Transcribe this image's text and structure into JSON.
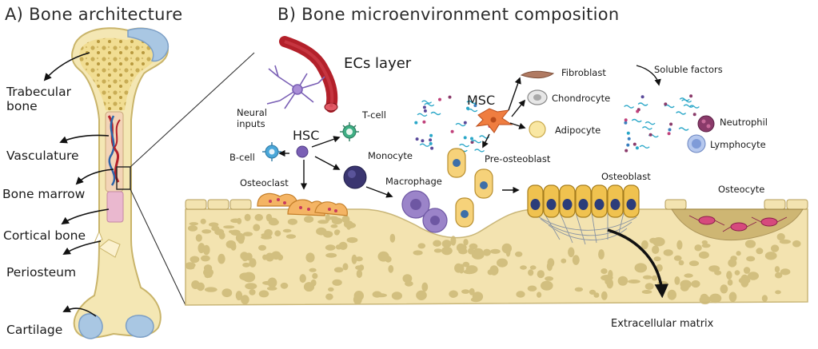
{
  "panel_a": {
    "title": "A)  Bone architecture",
    "labels": {
      "trabecular": "Trabecular\nbone",
      "vasculature": "Vasculature",
      "marrow": "Bone marrow",
      "cortical": "Cortical bone",
      "periosteum": "Periosteum",
      "cartilage": "Cartilage"
    }
  },
  "panel_b": {
    "title": "B)    Bone microenvironment composition",
    "labels": {
      "ecs": "ECs layer",
      "neural": "Neural\ninputs",
      "hsc": "HSC",
      "tcell": "T-cell",
      "bcell": "B-cell",
      "monocyte": "Monocyte",
      "osteoclast": "Osteoclast",
      "macrophage": "Macrophage",
      "msc": "MSC",
      "fibroblast": "Fibroblast",
      "chondrocyte": "Chondrocyte",
      "adipocyte": "Adipocyte",
      "preosteoblast": "Pre-osteoblast",
      "osteoblast": "Osteoblast",
      "soluble": "Soluble factors",
      "neutrophil": "Neutrophil",
      "lymphocyte": "Lymphocyte",
      "osteocyte": "Osteocyte",
      "ecm": "Extracellular matrix"
    }
  },
  "colors": {
    "bone": "#f3e3a8",
    "bone_dark": "#c9b46a",
    "cartilage": "#a9c7e3",
    "vessel": "#b3202a",
    "vein": "#2c63a8",
    "marrow": "#eab8cf",
    "matrix": "#f2e2b0",
    "matrix_spot": "#c9b678",
    "osteoblast": "#f0c24f",
    "osteoclast": "#f4b464",
    "macrophage": "#9b84c9",
    "tcell": "#3fae84",
    "bcell": "#4aa7d9",
    "hsc": "#7a5fb5",
    "msc": "#ef7d40",
    "neutrophil": "#8a3a6a",
    "lymphocyte": "#8aa6d8",
    "osteocyte": "#c8306a"
  }
}
